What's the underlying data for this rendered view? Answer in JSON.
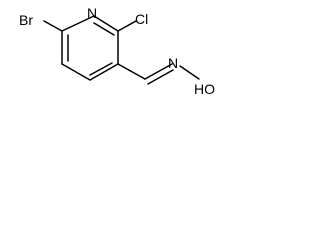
{
  "molecule": {
    "atoms": {
      "br": "Br",
      "n": "N",
      "cl": "Cl",
      "n_oxime": "N",
      "oh": "HO"
    },
    "bond_color": "#000000",
    "background": "#ffffff"
  }
}
